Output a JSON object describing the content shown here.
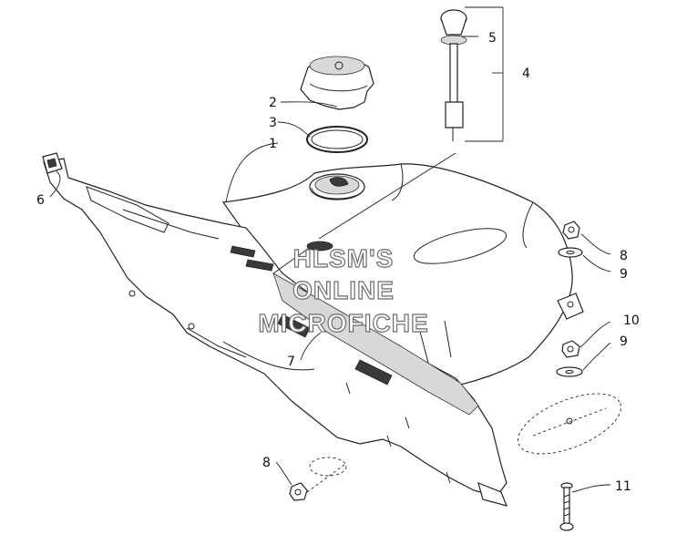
{
  "diagram": {
    "callouts": [
      {
        "id": "c1",
        "text": "1"
      },
      {
        "id": "c2",
        "text": "2"
      },
      {
        "id": "c3",
        "text": "3"
      },
      {
        "id": "c4",
        "text": "4"
      },
      {
        "id": "c5",
        "text": "5"
      },
      {
        "id": "c6",
        "text": "6"
      },
      {
        "id": "c7",
        "text": "7"
      },
      {
        "id": "c8a",
        "text": "8"
      },
      {
        "id": "c9a",
        "text": "9"
      },
      {
        "id": "c10",
        "text": "10"
      },
      {
        "id": "c9b",
        "text": "9"
      },
      {
        "id": "c8b",
        "text": "8"
      },
      {
        "id": "c11",
        "text": "11"
      }
    ],
    "watermark": [
      "HLSM'S",
      "ONLINE",
      "MICROFICHE"
    ]
  }
}
